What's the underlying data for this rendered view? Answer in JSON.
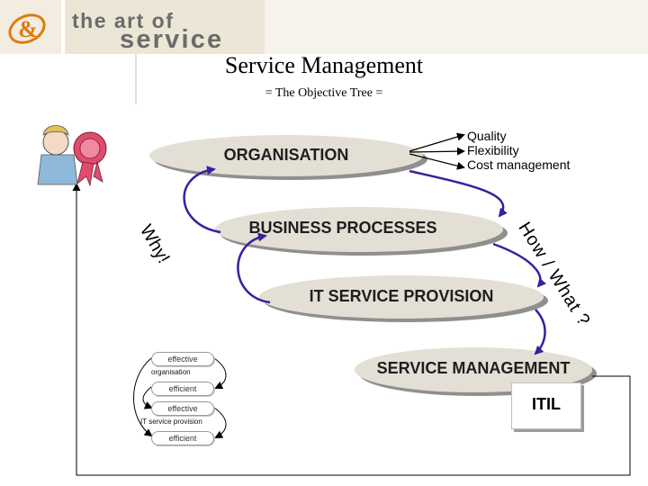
{
  "header": {
    "brand_line1": "the art of",
    "brand_line2": "service"
  },
  "title": "Service Management",
  "subtitle": "= The Objective Tree =",
  "levels": {
    "organisation": "ORGANISATION",
    "business_processes": "BUSINESS PROCESSES",
    "it_service_provision": "IT SERVICE PROVISION",
    "service_management": "SERVICE MANAGEMENT"
  },
  "quality_list": [
    "Quality",
    "Flexibility",
    "Cost management"
  ],
  "why_label": "Why!",
  "how_what_label": "How / What ?",
  "mini_diagram": {
    "pill1": "effective",
    "label1": "organisation",
    "pill2": "efficient",
    "pill3": "effective",
    "label2": "IT service provision",
    "pill4": "efficient"
  },
  "itil_label": "ITIL",
  "colors": {
    "arrow_purple": "#3a1f9c",
    "ellipse_fill": "#e3dfd4",
    "header_bg": "#f6f3ea",
    "logo_orange": "#e07a10"
  }
}
